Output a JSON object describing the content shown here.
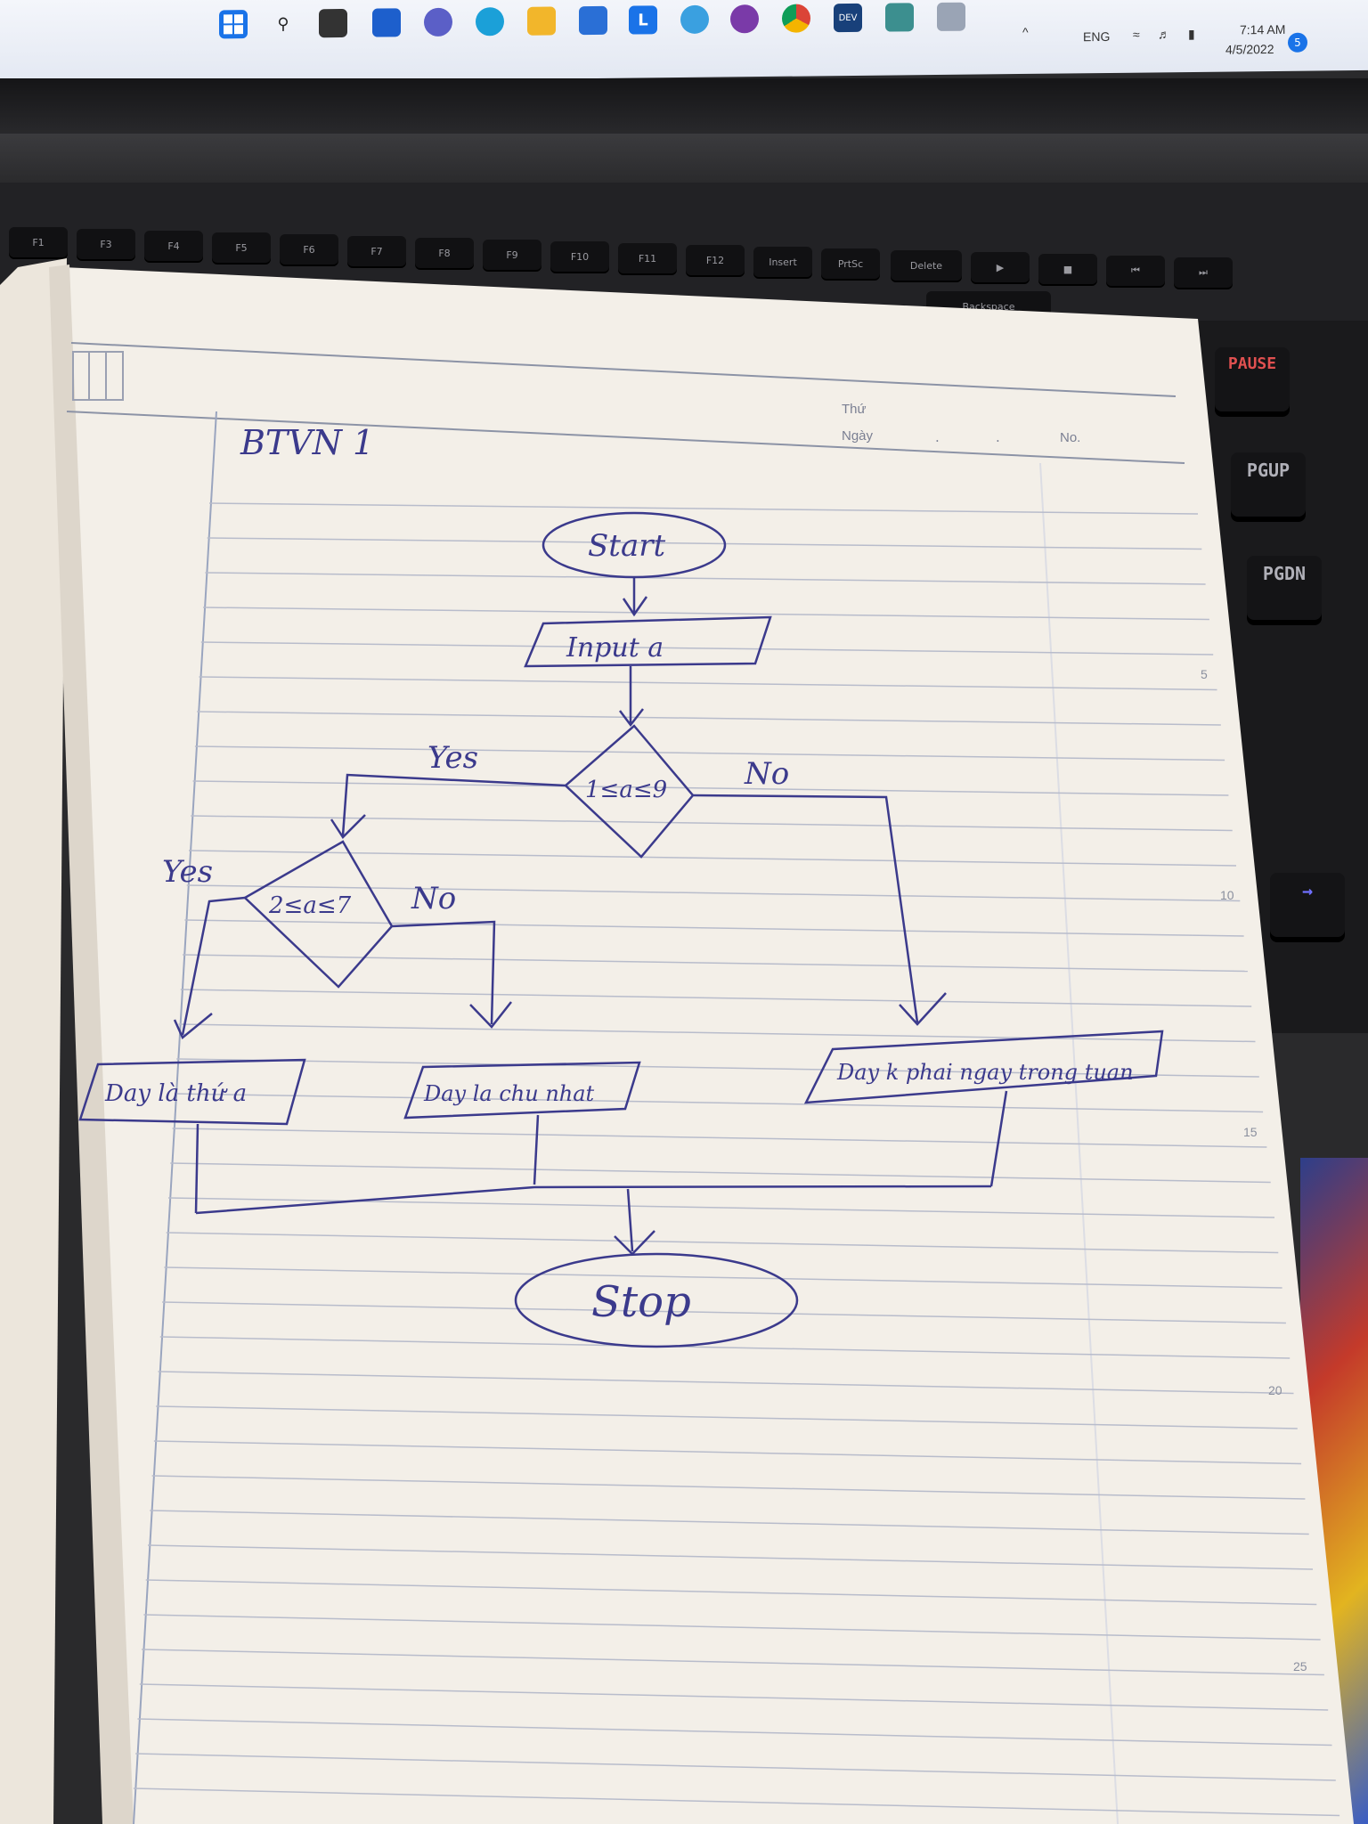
{
  "taskbar": {
    "time": "7:14 AM",
    "date": "4/5/2022",
    "language": "ENG",
    "icons": [
      "windows-start-icon",
      "search-icon",
      "task-view-icon",
      "widgets-icon",
      "chat-icon",
      "edge-icon",
      "file-explorer-icon",
      "store-icon",
      "l-app-icon",
      "app-icon",
      "app-icon",
      "chrome-icon",
      "dev-cpp-icon",
      "app-icon",
      "app-icon"
    ]
  },
  "keyboard": {
    "delete_label": "Delete",
    "backspace_label": "Backspace",
    "pause_label": "PAUSE",
    "pgup_label": "PGUP",
    "pgdn_label": "PGDN"
  },
  "notebook": {
    "header_thu": "Thứ",
    "header_ngay": "Ngày",
    "header_no": "No.",
    "margin_numbers": [
      "5",
      "10",
      "15",
      "20",
      "25"
    ],
    "title": "BTVN 1"
  },
  "flowchart": {
    "start": "Start",
    "input": "Input a",
    "decision1": "1≤a≤9",
    "decision1_yes": "Yes",
    "decision1_no": "No",
    "decision2": "2≤a≤7",
    "decision2_yes": "Yes",
    "decision2_no": "No",
    "output1": "Day là thứ a",
    "output2": "Day la chu nhat",
    "output3": "Day k phai ngay trong tuan",
    "stop": "Stop",
    "ink_color": "#3b3a8c"
  }
}
